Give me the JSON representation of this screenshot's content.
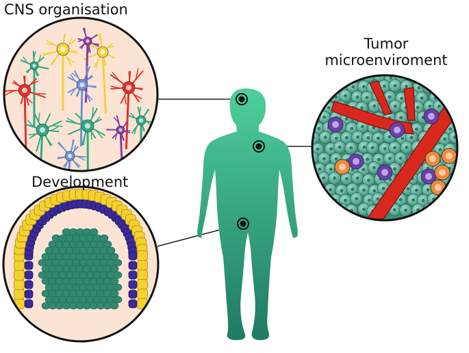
{
  "labels": {
    "cns": "CNS organisation",
    "development": "Development",
    "tumor_line1": "Tumor",
    "tumor_line2": "microenviroment"
  },
  "colors": {
    "body_top": "#4fcf9c",
    "body_bottom": "#1f7a63",
    "inset_bg": "#fbe4d3",
    "neuron_yellow": "#f2d23a",
    "neuron_red": "#e0312b",
    "neuron_green": "#2faa80",
    "neuron_blue": "#6f8fd8",
    "neuron_purple": "#8a3aa8",
    "vessel": "#d8281e",
    "tumor_cell": "#5aa896",
    "immune_purple": "#6a3db0",
    "immune_orange": "#f08a3c",
    "dev_yellow": "#f5d02e",
    "dev_purple": "#3a2a9a",
    "dev_green": "#2f8a70"
  }
}
